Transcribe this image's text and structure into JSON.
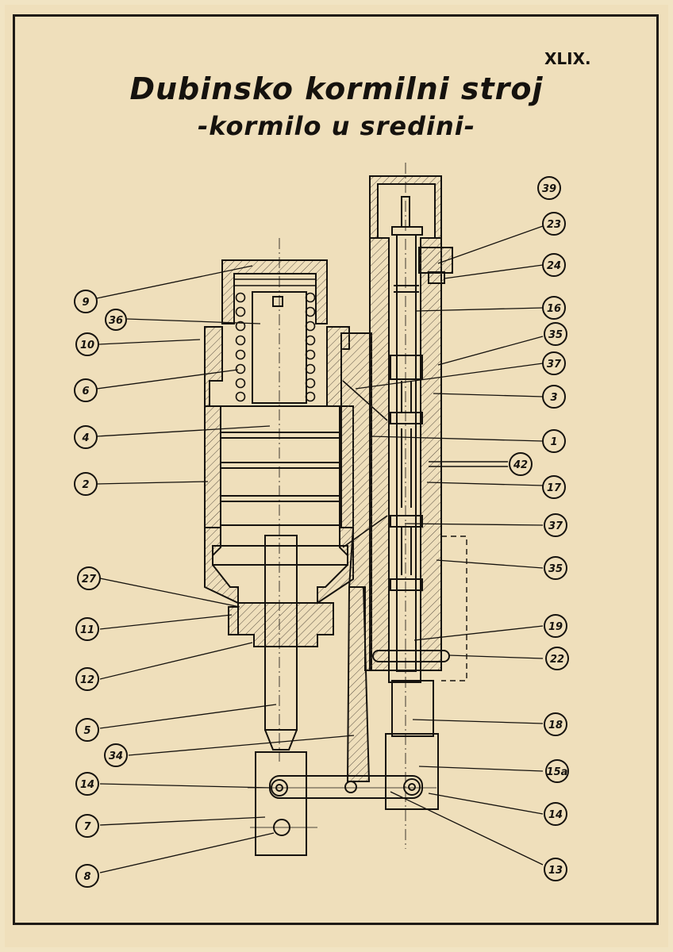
{
  "title": "Dubinsko kormilni stroj",
  "subtitle": "-kormilo u sredini-",
  "sheet_number": "XLIX.",
  "part_labels": {
    "p9": "9",
    "p36": "36",
    "p10": "10",
    "p6": "6",
    "p4": "4",
    "p2": "2",
    "p27": "27",
    "p11": "11",
    "p12": "12",
    "p5": "5",
    "p34": "34",
    "p14_left": "14",
    "p7": "7",
    "p8": "8",
    "p39": "39",
    "p23": "23",
    "p24": "24",
    "p16": "16",
    "p35_top": "35",
    "p37_top": "37",
    "p3": "3",
    "p1": "1",
    "p42": "42",
    "p17": "17",
    "p37_bottom": "37",
    "p35_bottom": "35",
    "p19": "19",
    "p22": "22",
    "p18": "18",
    "p15a": "15a",
    "p14_right": "14",
    "p13": "13"
  },
  "colors": {
    "paper": "#efdfbb",
    "ink": "#15120e",
    "hatch": "#5a5044"
  }
}
